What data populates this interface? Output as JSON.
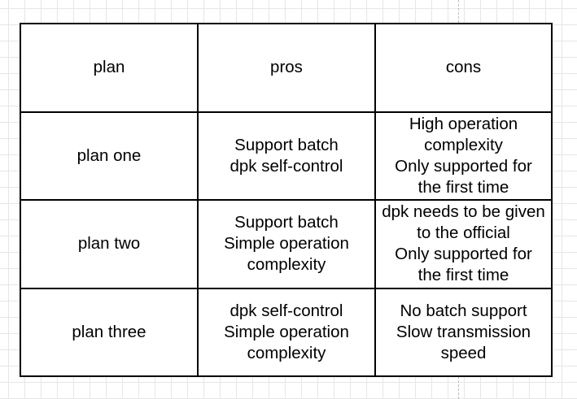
{
  "table": {
    "header": {
      "plan": "plan",
      "pros": "pros",
      "cons": "cons"
    },
    "rows": [
      {
        "plan": "plan one",
        "pros": "Support batch\ndpk self-control",
        "cons": "High operation\ncomplexity\nOnly supported for\nthe first time"
      },
      {
        "plan": "plan two",
        "pros": "Support batch\nSimple operation\ncomplexity",
        "cons": "dpk needs to be given\nto the official\nOnly supported for\nthe first time"
      },
      {
        "plan": "plan three",
        "pros": "dpk self-control\nSimple operation\ncomplexity",
        "cons": "No batch support\nSlow transmission\nspeed"
      }
    ]
  }
}
